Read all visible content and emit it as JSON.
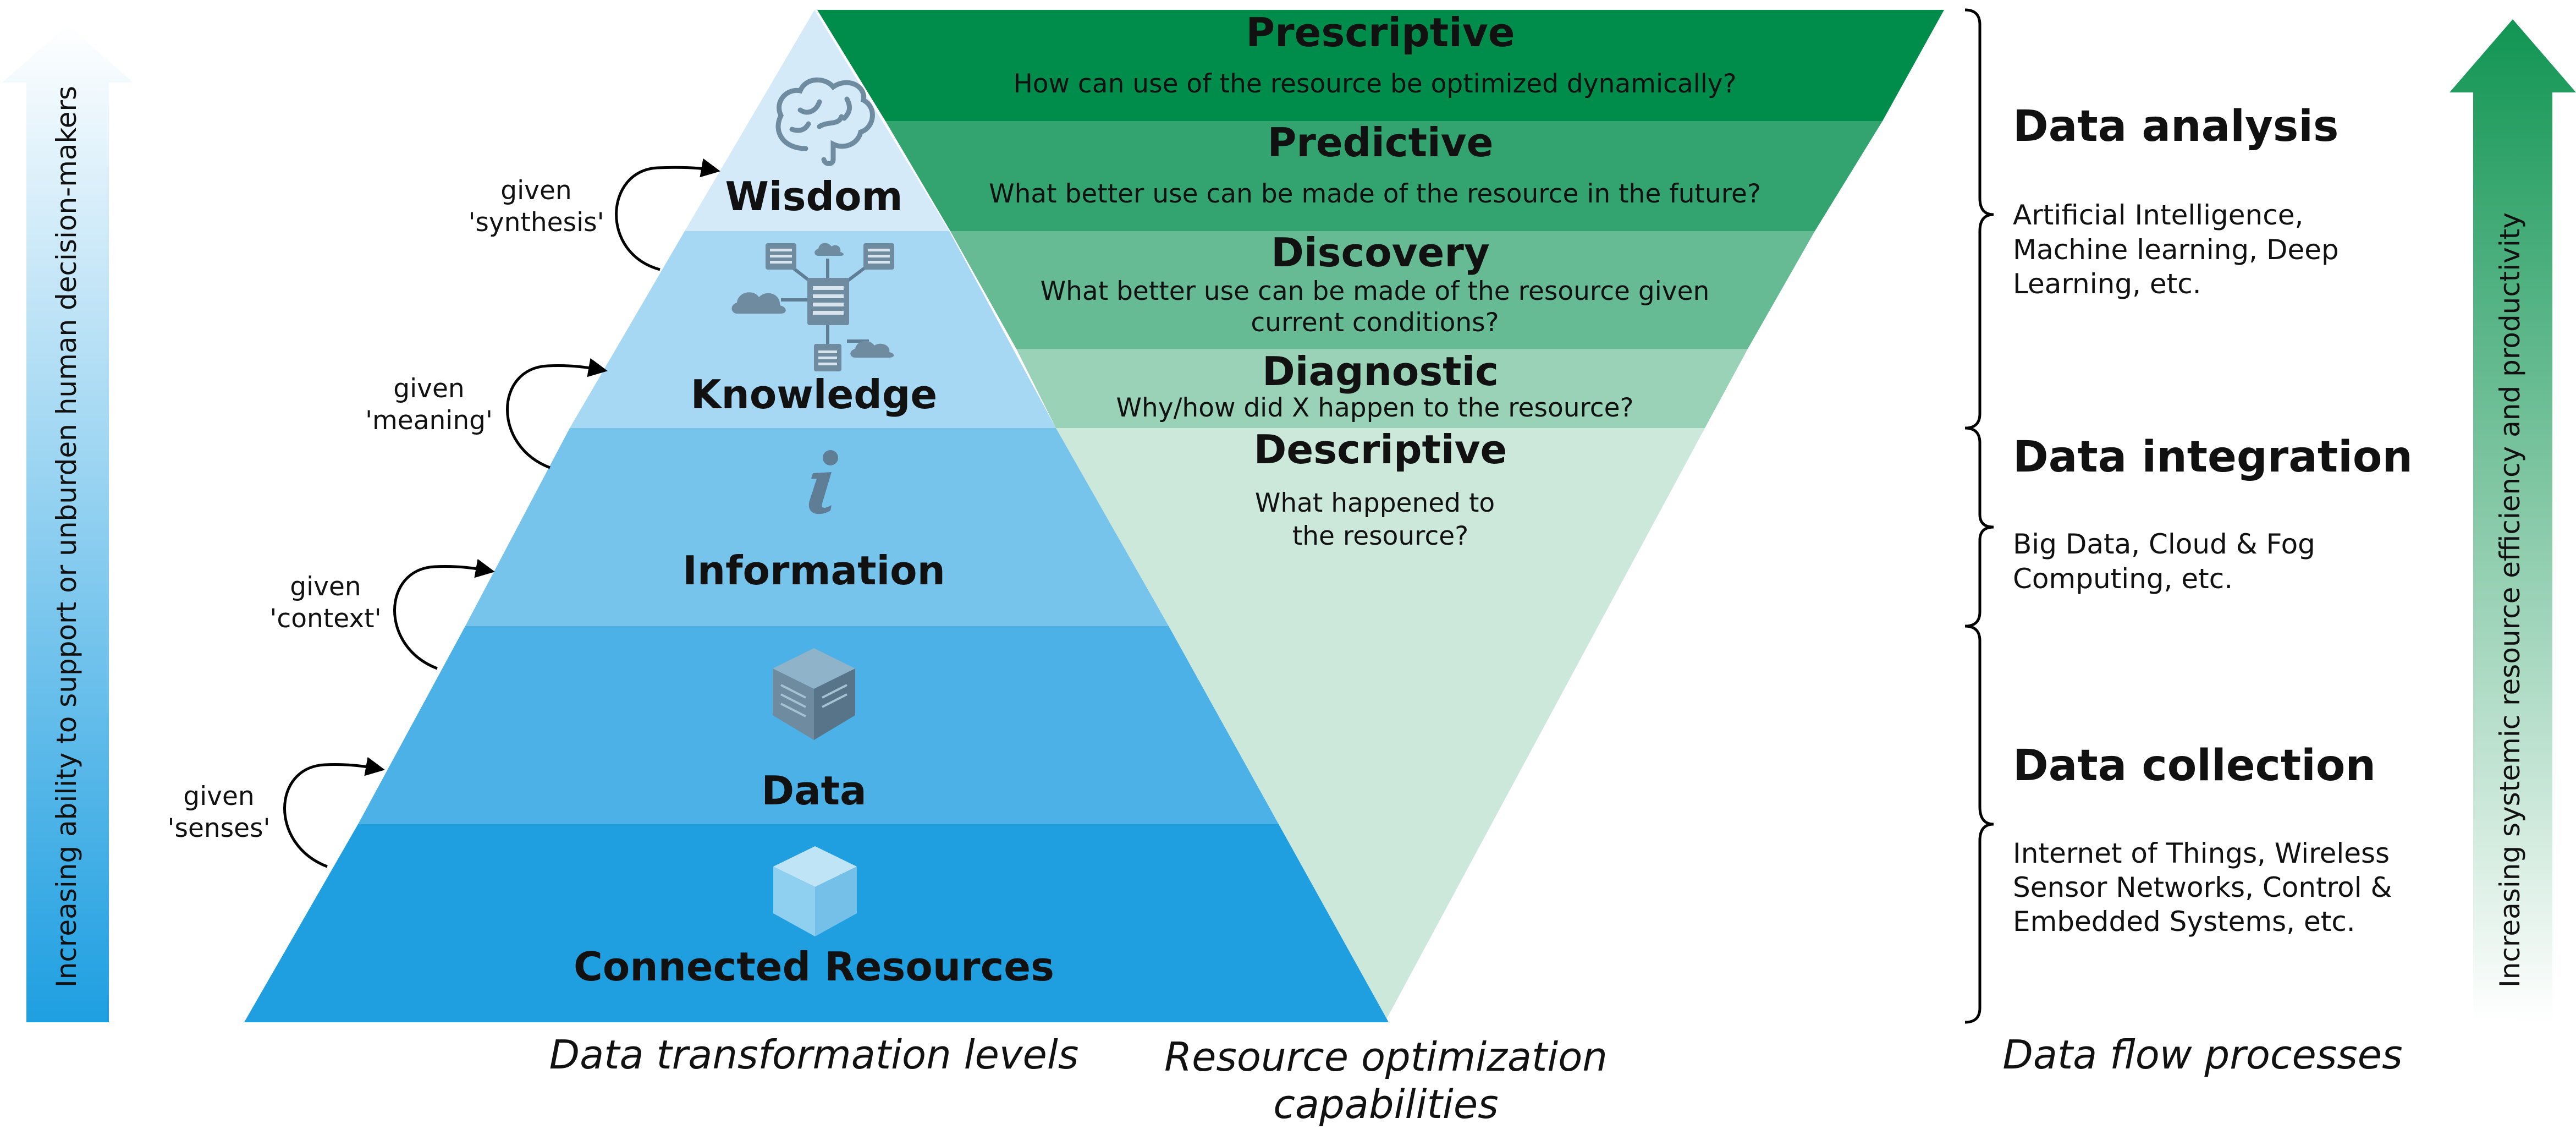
{
  "pyramid": {
    "levels": [
      {
        "label": "Wisdom",
        "icon": "brain-icon",
        "color": "#d4eaf8"
      },
      {
        "label": "Knowledge",
        "icon": "network-icon",
        "color": "#a6d8f3"
      },
      {
        "label": "Information",
        "icon": "info-icon",
        "color": "#76c4ec"
      },
      {
        "label": "Data",
        "icon": "data-cube-icon",
        "color": "#4bb1e6"
      },
      {
        "label": "Connected Resources",
        "icon": "resource-cube-icon",
        "color": "#1f9fe0"
      }
    ],
    "transitions": [
      {
        "line1": "given",
        "line2": "'synthesis'"
      },
      {
        "line1": "given",
        "line2": "'meaning'"
      },
      {
        "line1": "given",
        "line2": "'context'"
      },
      {
        "line1": "given",
        "line2": "'senses'"
      }
    ]
  },
  "capabilities": [
    {
      "title": "Prescriptive",
      "question": [
        "How can use of the resource be optimized dynamically?"
      ],
      "color": "#008c4b"
    },
    {
      "title": "Predictive",
      "question": [
        "What better use can be made of the resource in the future?"
      ],
      "color": "#33a46f"
    },
    {
      "title": "Discovery",
      "question": [
        "What better use can be made of the resource given",
        "current conditions?"
      ],
      "color": "#66bb94"
    },
    {
      "title": "Diagnostic",
      "question": [
        "Why/how did X happen to the resource?"
      ],
      "color": "#99d2b7"
    },
    {
      "title": "Descriptive",
      "question": [
        "What happened to",
        "the resource?"
      ],
      "color": "#cce8db"
    }
  ],
  "data_flow": [
    {
      "title": "Data analysis",
      "desc": [
        "Artificial Intelligence,",
        "Machine learning, Deep",
        "Learning, etc."
      ]
    },
    {
      "title": "Data integration",
      "desc": [
        "Big Data, Cloud & Fog",
        "Computing, etc."
      ]
    },
    {
      "title": "Data collection",
      "desc": [
        "Internet of Things, Wireless",
        "Sensor Networks, Control &",
        "Embedded Systems, etc."
      ]
    }
  ],
  "left_arrow": {
    "text": "Increasing ability to support or unburden human decision-makers",
    "color": "#1e9fe1"
  },
  "right_arrow": {
    "text": "Increasing systemic resource efficiency and productivity",
    "color": "#119553"
  },
  "footers": {
    "levels": "Data transformation levels",
    "capabilities": [
      "Resource optimization",
      "capabilities"
    ],
    "processes": "Data flow processes"
  }
}
